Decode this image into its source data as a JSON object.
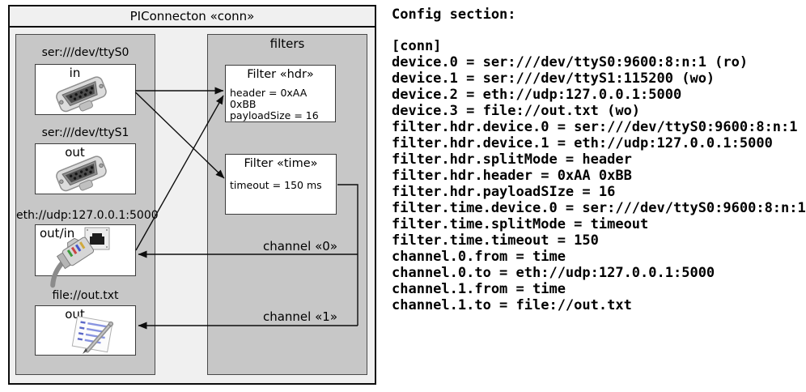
{
  "diagram": {
    "title": "PIConnecton «conn»",
    "devices_panel": {
      "devices": [
        {
          "label": "ser:///dev/ttyS0",
          "direction": "in",
          "icon": "serial-port-icon"
        },
        {
          "label": "ser:///dev/ttyS1",
          "direction": "out",
          "icon": "serial-port-icon"
        },
        {
          "label": "eth://udp:127.0.0.1:5000",
          "direction": "out/in",
          "icon": "ethernet-plug-icon"
        },
        {
          "label": "file://out.txt",
          "direction": "out",
          "icon": "notepad-icon"
        }
      ]
    },
    "filters_panel": {
      "title": "filters",
      "filters": [
        {
          "title": "Filter «hdr»",
          "properties": [
            "header = 0xAA 0xBB",
            "payloadSize = 16"
          ]
        },
        {
          "title": "Filter «time»",
          "properties": [
            "timeout = 150 ms"
          ]
        }
      ]
    },
    "channels": [
      {
        "label": "channel «0»"
      },
      {
        "label": "channel «1»"
      }
    ]
  },
  "config": {
    "heading": "Config section:",
    "lines": [
      "[conn]",
      "device.0 = ser:///dev/ttyS0:9600:8:n:1 (ro)",
      "device.1 = ser:///dev/ttyS1:115200 (wo)",
      "device.2 = eth://udp:127.0.0.1:5000",
      "device.3 = file://out.txt (wo)",
      "filter.hdr.device.0 = ser:///dev/ttyS0:9600:8:n:1",
      "filter.hdr.device.1 = eth://udp:127.0.0.1:5000",
      "filter.hdr.splitMode = header",
      "filter.hdr.header = 0xAA 0xBB",
      "filter.hdr.payloadSIze = 16",
      "filter.time.device.0 = ser:///dev/ttyS0:9600:8:n:1",
      "filter.time.splitMode = timeout",
      "filter.time.timeout = 150",
      "channel.0.from = time",
      "channel.0.to = eth://udp:127.0.0.1:5000",
      "channel.1.from = time",
      "channel.1.to = file://out.txt"
    ]
  },
  "colors": {
    "diagram_background": "#f0f0f0",
    "panel_gray": "#c7c7c7",
    "box_white": "#ffffff",
    "line_black": "#0d0d0d"
  }
}
